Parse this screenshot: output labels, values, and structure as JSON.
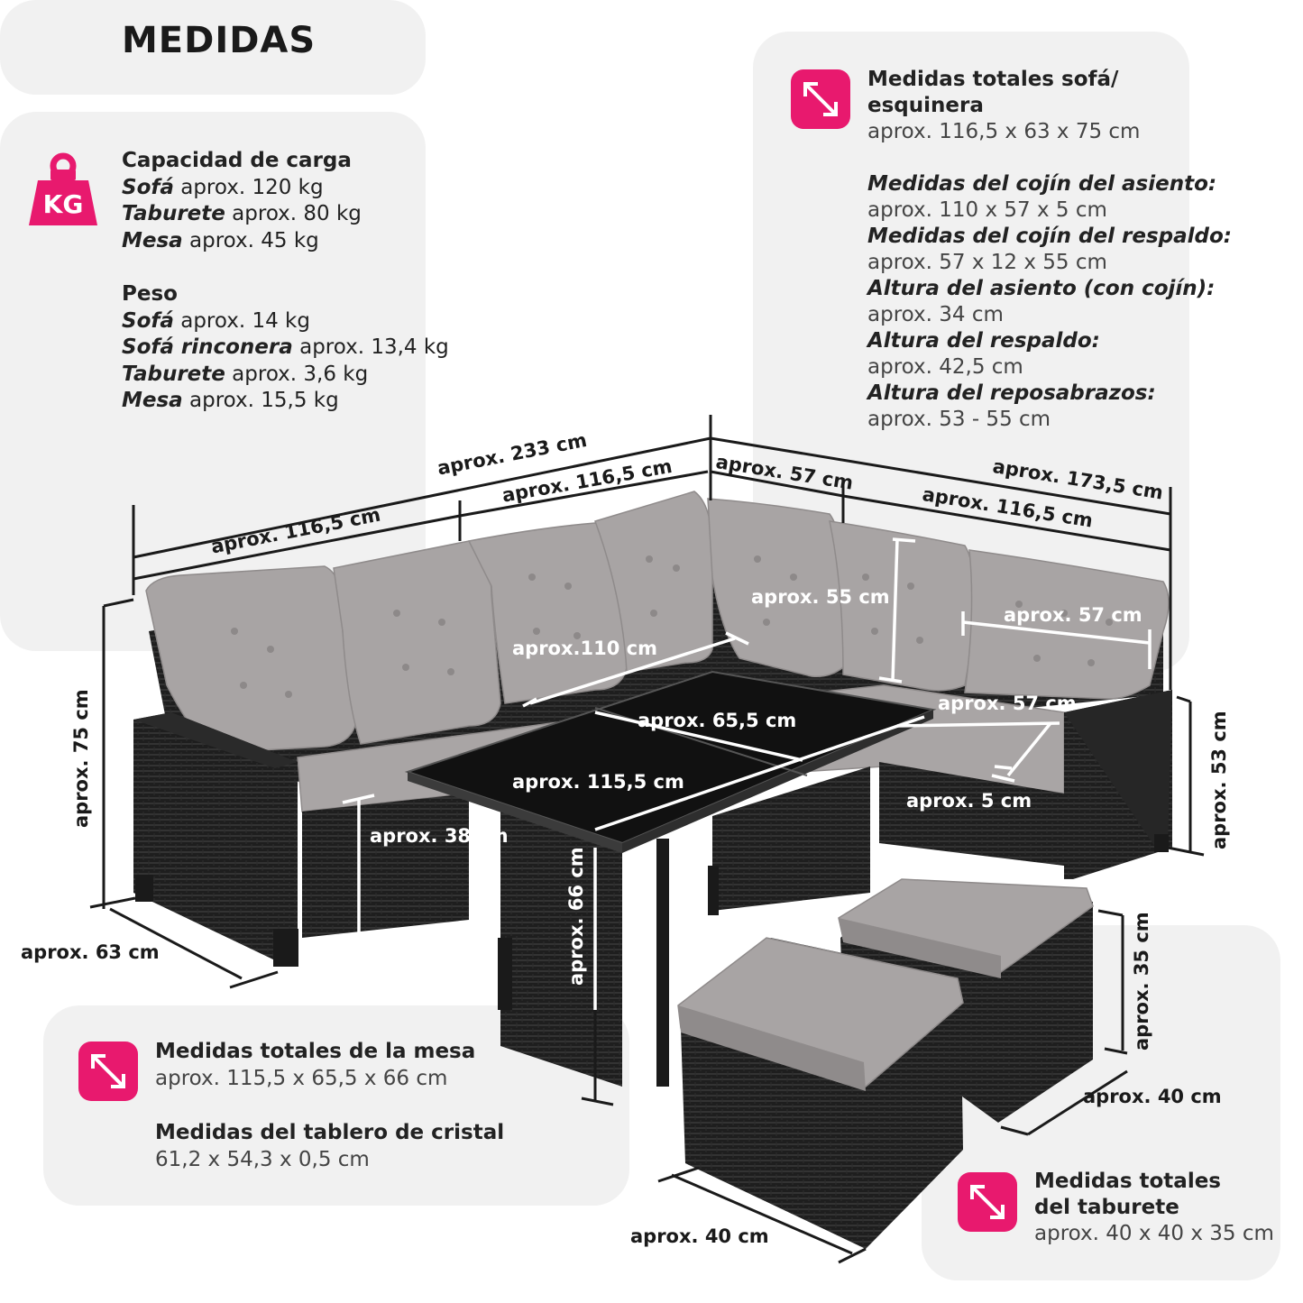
{
  "title": "MEDIDAS",
  "colors": {
    "accent": "#e8196e",
    "panel": "#f1f1f1",
    "wicker": "#1f1f1f",
    "cushion": "#a9a5a5"
  },
  "icons": [
    "kg-weight-icon",
    "diagonal-arrow-icon"
  ],
  "load": {
    "icon_text": "KG",
    "heading": "Capacidad de carga",
    "rows": [
      {
        "label": "Sofá",
        "value": "aprox. 120 kg"
      },
      {
        "label": "Taburete",
        "value": "aprox. 80 kg"
      },
      {
        "label": "Mesa",
        "value": "aprox. 45 kg"
      }
    ]
  },
  "weight": {
    "heading": "Peso",
    "rows": [
      {
        "label": "Sofá",
        "value": "aprox. 14 kg"
      },
      {
        "label": "Sofá rinconera",
        "value": "aprox. 13,4 kg"
      },
      {
        "label": "Taburete",
        "value": "aprox. 3,6 kg"
      },
      {
        "label": "Mesa",
        "value": "aprox. 15,5 kg"
      }
    ]
  },
  "sofa_total": {
    "heading_1": "Medidas totales sofá/",
    "heading_2": "esquinera",
    "value": "aprox. 116,5 x 63 x 75 cm",
    "details": [
      {
        "label": "Medidas del cojín del asiento:",
        "value": "aprox. 110 x 57 x 5 cm"
      },
      {
        "label": "Medidas del cojín del respaldo:",
        "value": "aprox. 57 x 12 x 55 cm"
      },
      {
        "label": "Altura del asiento (con cojín):",
        "value": "aprox. 34 cm"
      },
      {
        "label": "Altura del respaldo:",
        "value": "aprox. 42,5 cm"
      },
      {
        "label": "Altura del reposabrazos:",
        "value": "aprox. 53 - 55 cm"
      }
    ]
  },
  "table_total": {
    "heading": "Medidas totales de la mesa",
    "value": "aprox. 115,5 x 65,5 x 66 cm",
    "glass_heading": "Medidas del tablero de cristal",
    "glass_value": "61,2 x 54,3 x 0,5 cm"
  },
  "stool_total": {
    "heading_1": "Medidas totales",
    "heading_2": "del taburete",
    "value": "aprox. 40 x 40 x 35 cm"
  },
  "dimensions": {
    "total_left": "aprox. 233 cm",
    "left_section": "aprox. 116,5 cm",
    "middle_section": "aprox. 116,5 cm",
    "corner_top": "aprox. 57 cm",
    "total_right": "aprox. 173,5 cm",
    "right_section": "aprox. 116,5 cm",
    "back_height": "aprox. 55 cm",
    "back_cushion_width": "aprox. 57 cm",
    "seat_cushion_length": "aprox.110 cm",
    "table_depth": "aprox. 65,5 cm",
    "seat_depth": "aprox. 57 cm",
    "table_length": "aprox. 115,5 cm",
    "cushion_thickness": "aprox. 5 cm",
    "seat_height": "aprox. 38 cm",
    "sofa_height": "aprox. 75 cm",
    "armrest_height": "aprox. 53 cm",
    "table_height": "aprox. 66 cm",
    "sofa_depth": "aprox. 63 cm",
    "stool_height": "aprox. 35 cm",
    "stool_depth": "aprox. 40 cm",
    "stool_width": "aprox. 40 cm"
  }
}
